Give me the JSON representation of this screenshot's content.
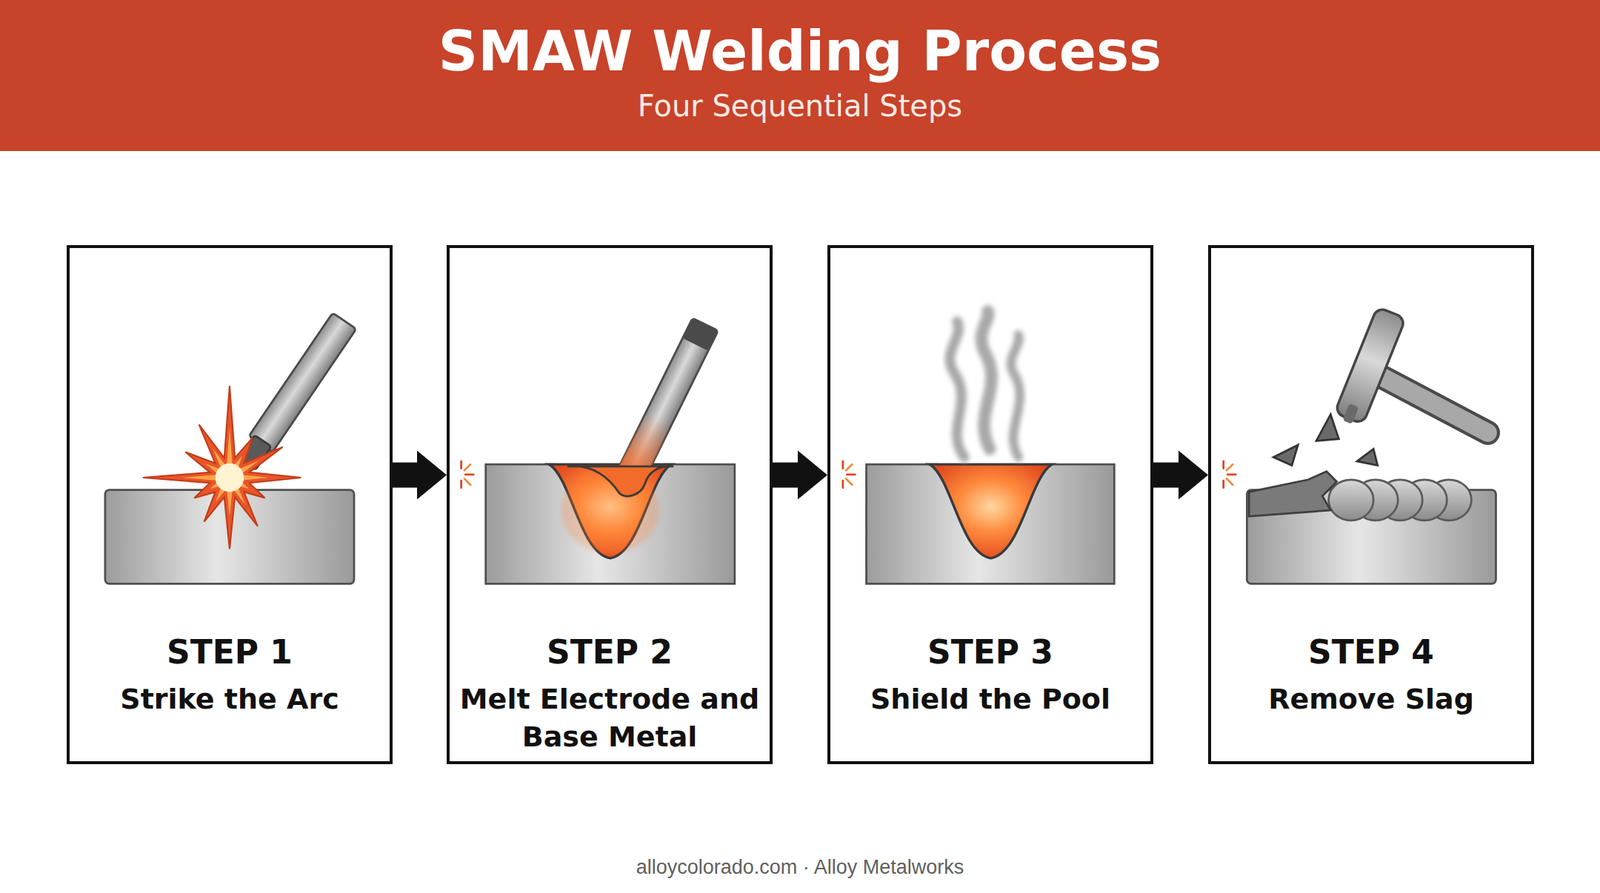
{
  "diagram": {
    "title": "SMAW Welding Process",
    "nodes": [
      {
        "text": [
          "STEP 1",
          "Strike the Arc"
        ]
      },
      {
        "text": [
          "STEP 2",
          "Melt Electrode and Base Metal"
        ]
      },
      {
        "text": [
          "STEP 3",
          "Shield the Pool"
        ]
      },
      {
        "text": [
          "STEP 4",
          "Remove Slag"
        ]
      }
    ],
    "edges": [
      {
        "from": 0,
        "to": 1,
        "arrow": "to"
      },
      {
        "from": 1,
        "to": 2,
        "arrow": "to"
      },
      {
        "from": 2,
        "to": 3,
        "arrow": "to"
      }
    ],
    "labels": [
      "Four Sequential Steps",
      "alloycolorado.com · Alloy Metalworks"
    ]
  }
}
